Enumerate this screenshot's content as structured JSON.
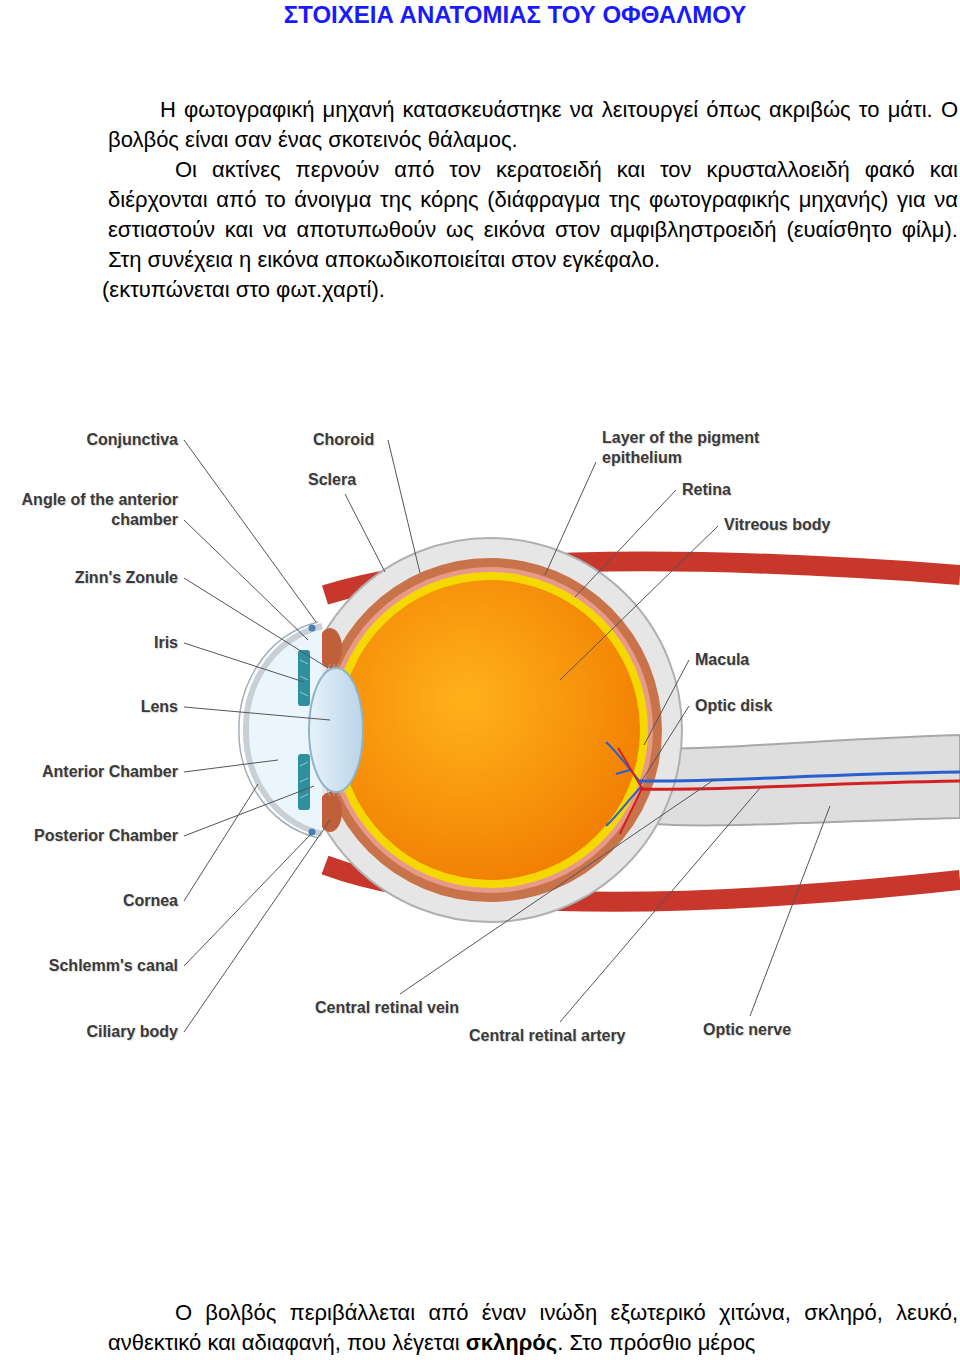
{
  "diagram": {
    "title": "ΣΤΟΙΧΕΙΑ ΑΝΑΤΟΜΙΑΣ ΤΟΥ ΟΦΘΑΛΜΟΥ",
    "labels": [
      "Η φωτογραφική μηχανή κατασκευάστηκε να λειτουργεί όπως ακριβώς το μάτι. Ο βολβός είναι σαν ένας σκοτεινός θάλαμος.",
      "Οι ακτίνες περνούν από τον κερατοειδή και τον κρυσταλλοειδή φακό και διέρχονται από το άνοιγμα της κόρης (διάφραγμα της φωτογραφικής μηχανής) για να εστιαστούν και να αποτυπωθούν ως εικόνα στον αμφιβληστροειδή (ευαίσθητο φίλμ). Στη συνέχεια η εικόνα αποκωδικοποιείται στον εγκέφαλο.",
      "(εκτυπώνεται στο φωτ.χαρτί).",
      "Conjunctiva",
      "Choroid",
      "Layer of the pigment epithelium",
      "Sclera",
      "Angle of the anterior chamber",
      "Retina",
      "Vitreous body",
      "Zinn's Zonule",
      "Iris",
      "Macula",
      "Optic disk",
      "Lens",
      "Anterior Chamber",
      "Posterior Chamber",
      "Cornea",
      "Schlemm's canal",
      "Central retinal vein",
      "Ciliary body",
      "Central retinal artery",
      "Optic nerve",
      "Ο βολβός περιβάλλεται από έναν ινώδη εξωτερικό χιτώνα, σκληρό, λευκό, ανθεκτικό και αδιαφανή, που λέγεται",
      "σκληρός",
      ". Στο πρόσθιο μέρος"
    ]
  }
}
